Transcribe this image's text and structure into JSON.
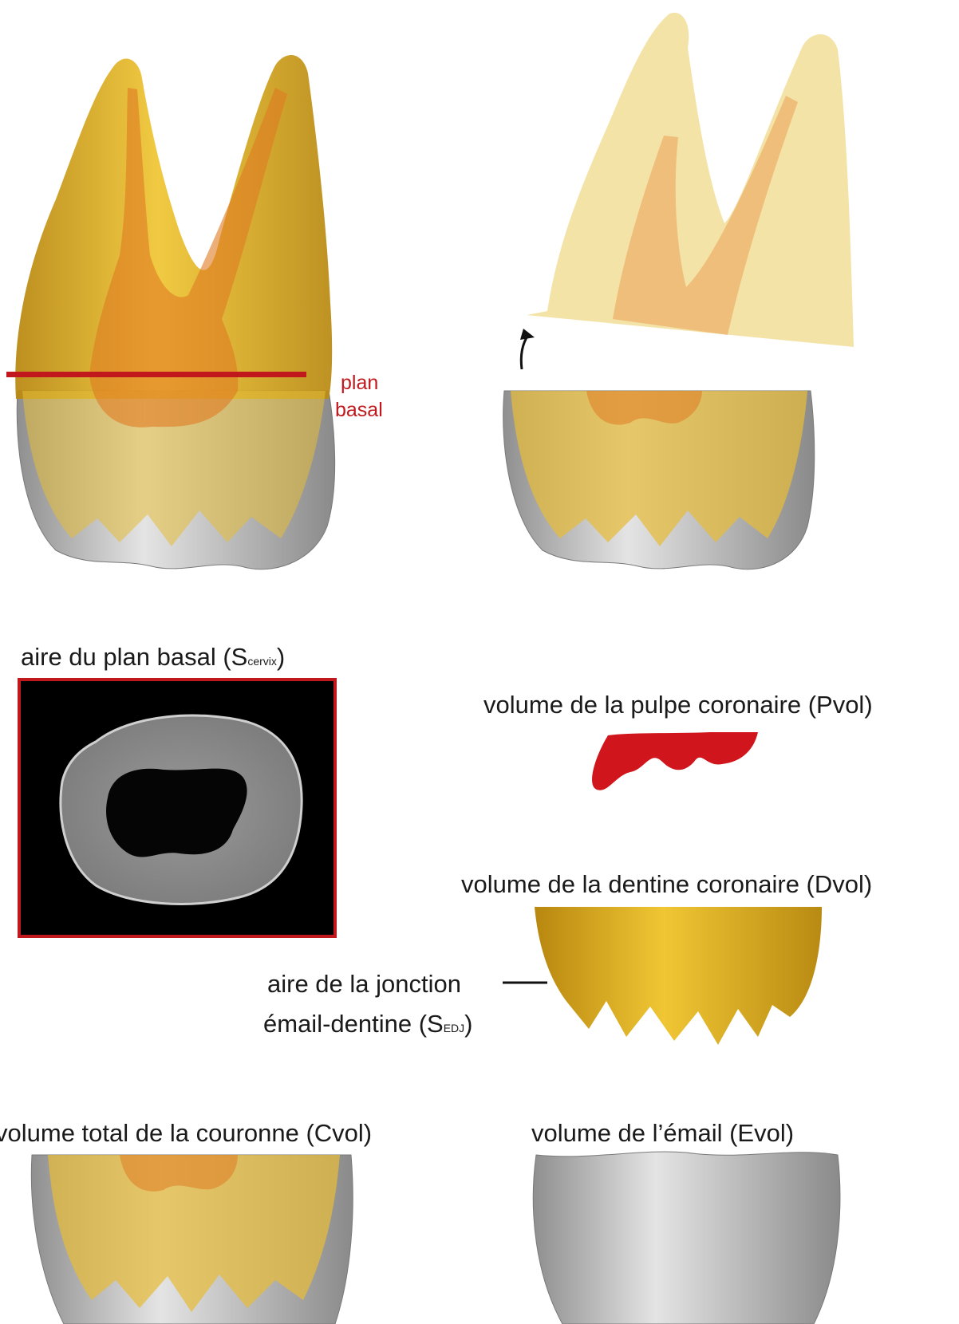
{
  "annotations": {
    "plan_line1": "plan",
    "plan_line2": "basal",
    "scervix_prefix": "aire du plan basal (S",
    "scervix_sub": "cervix",
    "scervix_suffix": ")",
    "pvol": "volume de la pulpe coronaire (Pvol)",
    "dvol": "volume de la dentine coronaire (Dvol)",
    "sedj_line1": "aire de la jonction",
    "sedj_prefix": "émail-dentine (S",
    "sedj_sub": "EDJ",
    "sedj_suffix": ")",
    "cvol": "volume total de la couronne (Cvol)",
    "evol": "volume de l’émail (Evol)"
  },
  "colors": {
    "dentine": "#d9ad1f",
    "pulp_orange": "#e07a22",
    "enamel": "#c8c8c8",
    "pulp_red": "#d0161c",
    "plane_red": "#c0181d",
    "scan_bg": "#000000"
  }
}
